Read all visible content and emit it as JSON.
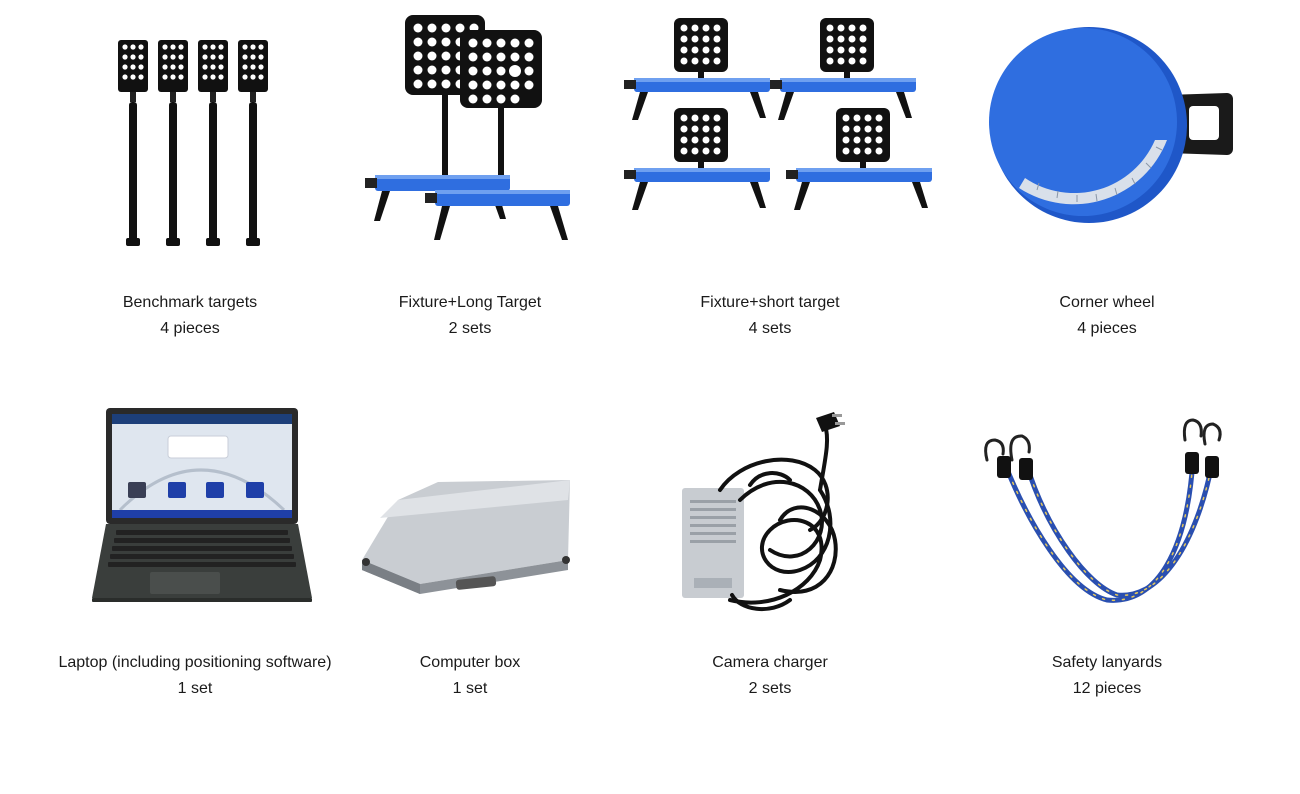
{
  "items": [
    {
      "name": "Benchmark targets",
      "qty": "4 pieces",
      "icon": "benchmark-targets-image"
    },
    {
      "name": "Fixture+Long Target",
      "qty": "2 sets",
      "icon": "fixture-long-target-image"
    },
    {
      "name": "Fixture+short target",
      "qty": "4 sets",
      "icon": "fixture-short-target-image"
    },
    {
      "name": "Corner wheel",
      "qty": "4 pieces",
      "icon": "corner-wheel-image"
    },
    {
      "name": "Laptop (including positioning software)",
      "qty": "1 set",
      "icon": "laptop-image"
    },
    {
      "name": "Computer box",
      "qty": "1 set",
      "icon": "computer-box-image"
    },
    {
      "name": "Camera charger",
      "qty": "2 sets",
      "icon": "camera-charger-image"
    },
    {
      "name": "Safety lanyards",
      "qty": "12 pieces",
      "icon": "safety-lanyards-image"
    }
  ],
  "colors": {
    "accent_blue": "#2f6ee0",
    "black": "#111111",
    "text": "#1a1a1a"
  }
}
